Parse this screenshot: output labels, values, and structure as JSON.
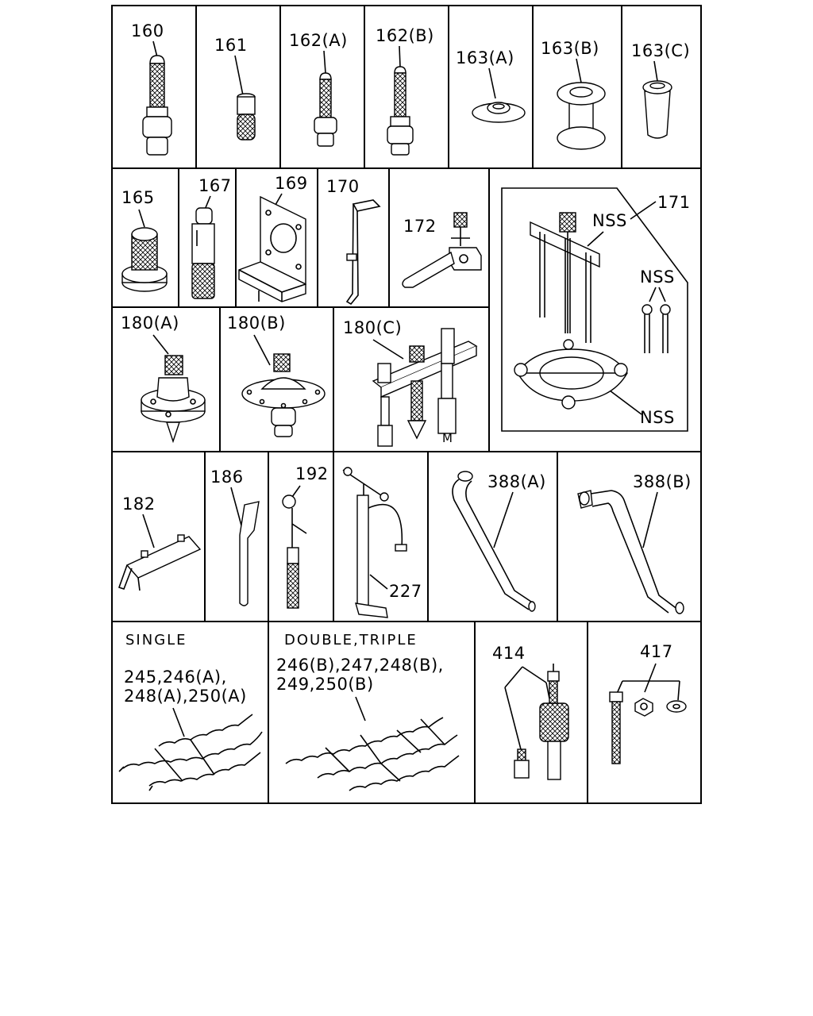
{
  "labels": {
    "p160": "160",
    "p161": "161",
    "p162a": "162(A)",
    "p162b": "162(B)",
    "p163a": "163(A)",
    "p163b": "163(B)",
    "p163c": "163(C)",
    "p165": "165",
    "p167": "167",
    "p169": "169",
    "p170": "170",
    "p172": "172",
    "p171": "171",
    "nss1": "NSS",
    "nss2": "NSS",
    "nss3": "NSS",
    "p180a": "180(A)",
    "p180b": "180(B)",
    "p180c": "180(C)",
    "m": "M",
    "p182": "182",
    "p186": "186",
    "p192": "192",
    "p227": "227",
    "p388a": "388(A)",
    "p388b": "388(B)",
    "single": "SINGLE",
    "single_line1": "245,246(A),",
    "single_line2": "248(A),250(A)",
    "double_triple": "DOUBLE,TRIPLE",
    "double_line1": "246(B),247,248(B),",
    "double_line2": "249,250(B)",
    "p414": "414",
    "p417": "417"
  },
  "colors": {
    "ink": "#000000",
    "paper": "#ffffff"
  }
}
